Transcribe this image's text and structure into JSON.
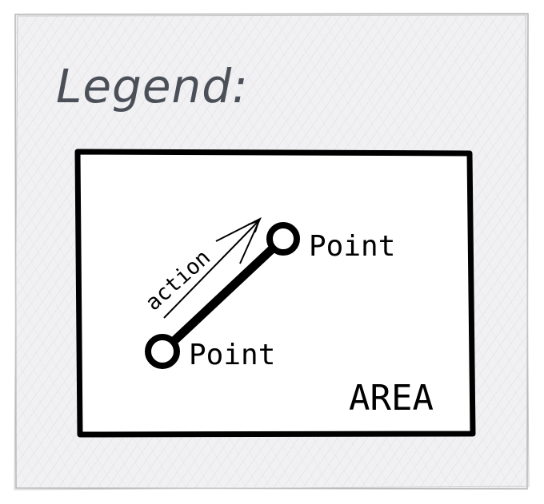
{
  "legend": {
    "title": "Legend:"
  },
  "area": {
    "label": "AREA"
  },
  "points": [
    {
      "label": "Point"
    },
    {
      "label": "Point"
    }
  ],
  "action": {
    "label": "action"
  },
  "colors": {
    "panel_fill": "#f1f1f3",
    "panel_stroke": "#b8b8b8",
    "hatch": "#d9d9dd",
    "title_color": "#4b4f58",
    "ink": "#000000",
    "area_fill": "#ffffff"
  }
}
